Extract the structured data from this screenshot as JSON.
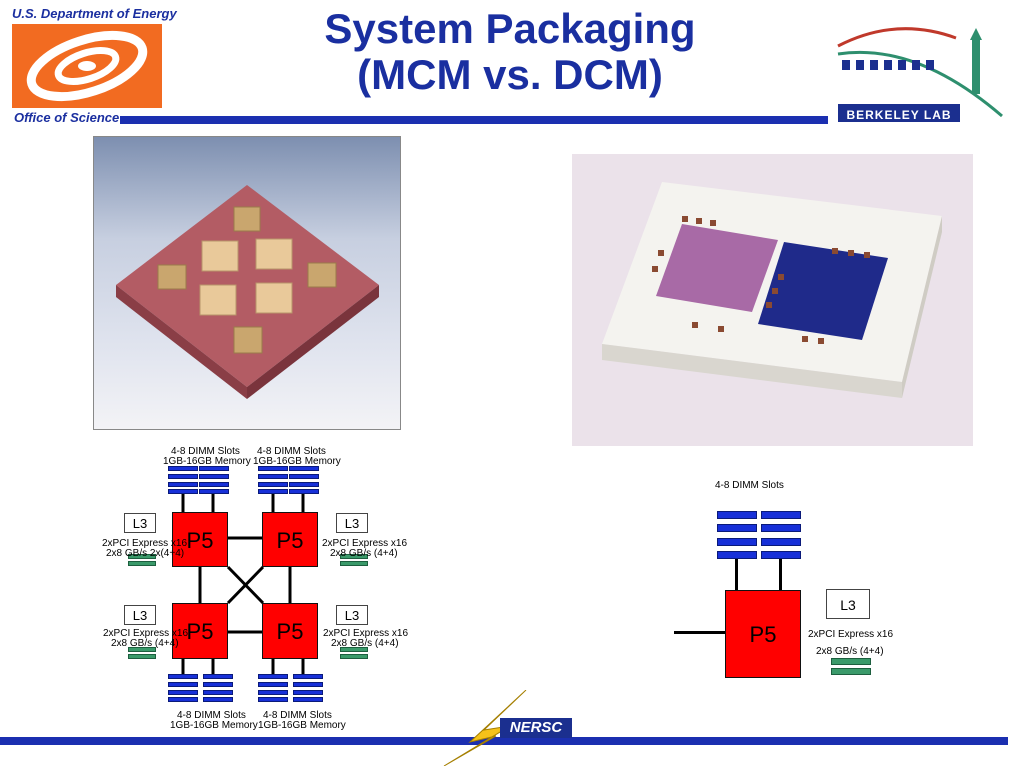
{
  "header": {
    "title_line1": "System Packaging",
    "title_line2": "(MCM vs. DCM)",
    "doe_top": "U.S. Department of Energy",
    "doe_bottom": "Office of Science",
    "lab_name": "BERKELEY LAB",
    "colors": {
      "title": "#1a2fa0",
      "rule": "#1b2fb0",
      "doe_orange": "#f26b21"
    }
  },
  "mcm": {
    "dimm_top_left": {
      "slots": "4-8 DIMM Slots",
      "memory": "1GB-16GB Memory"
    },
    "dimm_top_right": {
      "slots": "4-8 DIMM Slots",
      "memory": "1GB-16GB Memory"
    },
    "dimm_bottom_left": {
      "slots": "4-8 DIMM Slots",
      "memory": "1GB-16GB Memory"
    },
    "dimm_bottom_right": {
      "slots": "4-8 DIMM Slots",
      "memory": "1GB-16GB Memory"
    },
    "chip_label": "P5",
    "cache_label": "L3",
    "pci_label": "2xPCI Express x16",
    "bw_label": "2x8 GB/s (4+4)",
    "pci_label_tl": "2xPCI Express x16",
    "bw_label_tl": "2x8 GB/s 2x(4+4)"
  },
  "dcm": {
    "slots": "4-8 DIMM Slots",
    "chip_label": "P5",
    "cache_label": "L3",
    "pci_label": "2xPCI Express x16",
    "bw_label": "2x8 GB/s (4+4)"
  },
  "footer": {
    "logo_text": "NERSC"
  },
  "colors": {
    "chip": "#ff0000",
    "dimm": "#1730d8",
    "pci": "#3a9a6a"
  }
}
